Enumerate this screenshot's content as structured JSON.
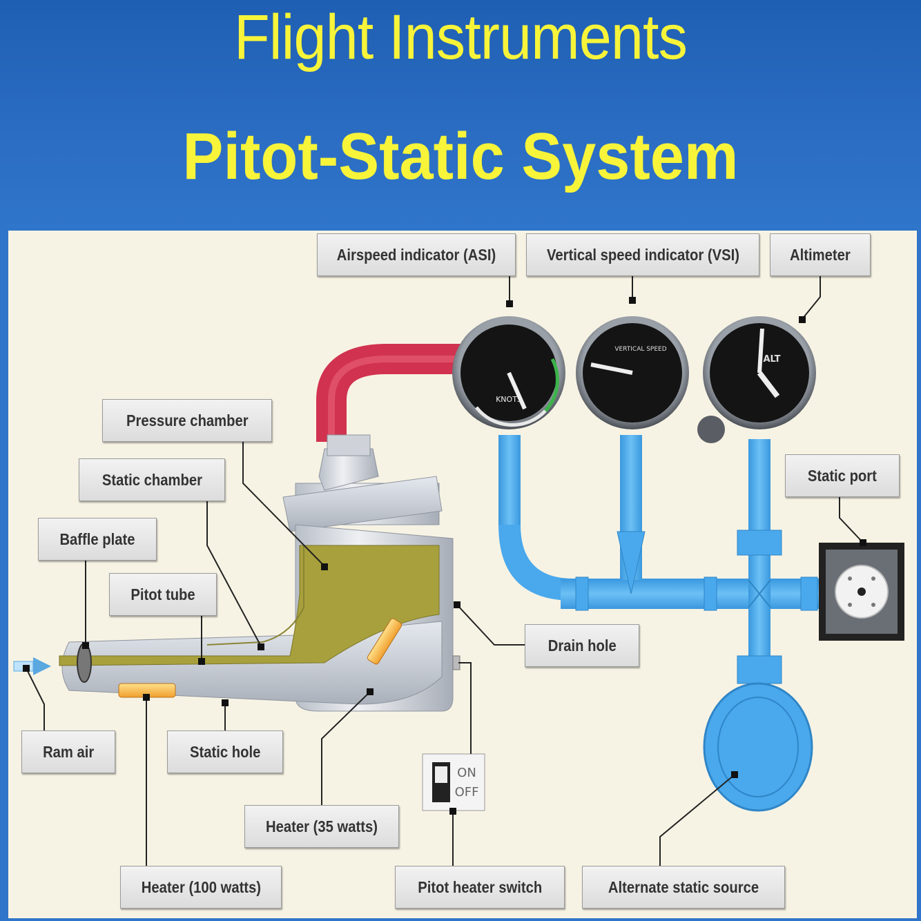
{
  "header": {
    "title": "Flight Instruments",
    "subtitle": "Pitot-Static System"
  },
  "labels": {
    "asi": "Airspeed indicator (ASI)",
    "vsi": "Vertical speed indicator (VSI)",
    "altimeter": "Altimeter",
    "pressure_chamber": "Pressure chamber",
    "static_chamber": "Static chamber",
    "baffle_plate": "Baffle plate",
    "pitot_tube": "Pitot tube",
    "static_port": "Static port",
    "drain_hole": "Drain hole",
    "ram_air": "Ram air",
    "static_hole": "Static hole",
    "heater_35": "Heater (35 watts)",
    "heater_100": "Heater (100 watts)",
    "pitot_heater_switch": "Pitot heater switch",
    "alternate_static_source": "Alternate static source"
  },
  "switch": {
    "on": "ON",
    "off": "OFF"
  },
  "gauges": {
    "asi_text": "KNOTS",
    "vsi_text": "VERTICAL SPEED",
    "alt_text": "ALT"
  },
  "colors": {
    "header_blue": "#2a6cc2",
    "title_yellow": "#f7f43a",
    "static_line_blue": "#4aa8ec",
    "pitot_line_red": "#d1324f",
    "chamber_olive": "#a8a03c",
    "panel_cream": "#f7f3e4"
  }
}
